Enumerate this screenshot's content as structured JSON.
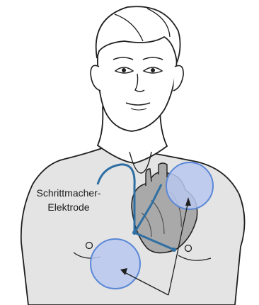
{
  "labels": {
    "electrode_line1": "Schrittmacher-",
    "electrode_line2": "Elektrode"
  },
  "colors": {
    "outline": "#1f1f1f",
    "torso_fill": "#e4e4e4",
    "skin_fill": "#ffffff",
    "electrode_lead": "#2f6fa3",
    "pad_fill": "#b9c8f0",
    "pad_stroke": "#5b88d6",
    "heart_fill": "#a9a9a9"
  },
  "icons": {
    "person": "male-torso-outline",
    "heart": "heart-icon",
    "pads": "defibrillator-pad-icon"
  }
}
